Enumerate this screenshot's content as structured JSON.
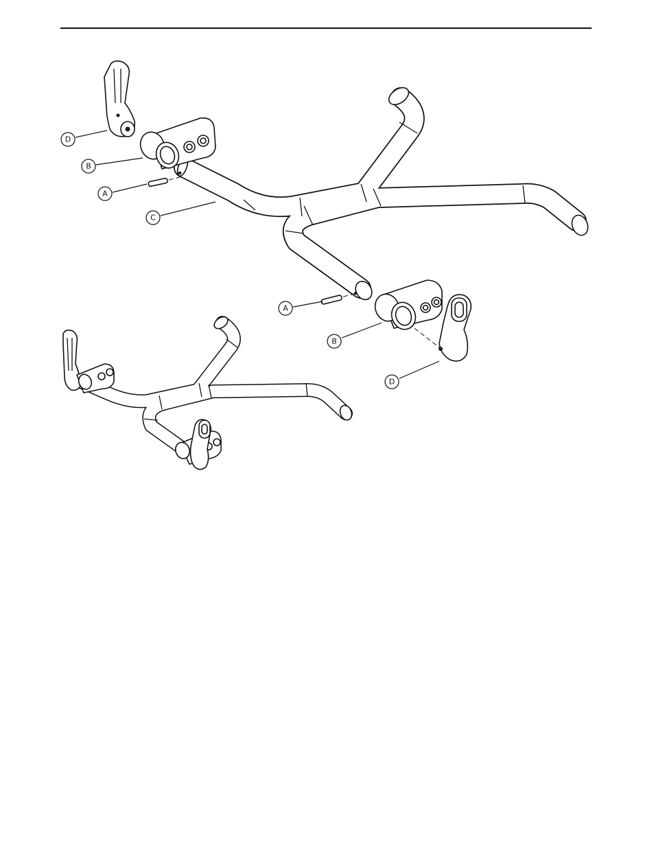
{
  "callouts": {
    "top_d": "D",
    "top_b": "B",
    "top_a": "A",
    "top_c": "C",
    "mid_a": "A",
    "mid_b": "B",
    "mid_d": "D"
  },
  "colors": {
    "line": "#111111",
    "paper": "#ffffff"
  }
}
